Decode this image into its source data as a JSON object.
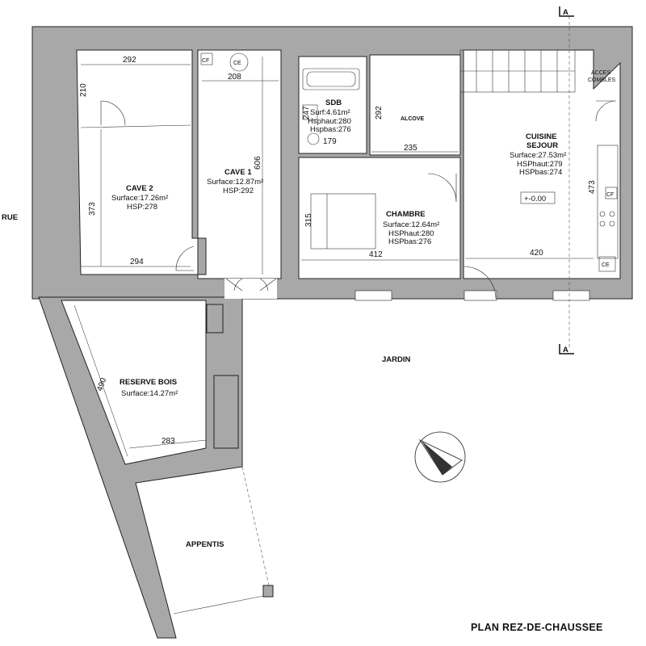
{
  "title": "PLAN REZ-DE-CHAUSSEE",
  "section_marker": "A",
  "labels": {
    "rue": "RUE",
    "jardin": "JARDIN",
    "alcove": "ALCOVE",
    "acces": "ACCES",
    "combles": "COMBLES",
    "ce": "CE",
    "cf": "CF",
    "level": "+-0.00"
  },
  "rooms": {
    "cave2": {
      "name": "CAVE 2",
      "info": [
        "Surface:17.26m²",
        "HSP:278"
      ]
    },
    "cave1": {
      "name": "CAVE 1",
      "info": [
        "Surface:12.87m²",
        "HSP:292"
      ]
    },
    "sdb": {
      "name": "SDB",
      "info": [
        "Surf:4.61m²",
        "Hsphaut:280",
        "Hspbas:276"
      ]
    },
    "chambre": {
      "name": "CHAMBRE",
      "info": [
        "Surface:12.64m²",
        "HSPhaut:280",
        "HSPbas:276"
      ]
    },
    "cuisine": {
      "name": [
        "CUISINE",
        "SEJOUR"
      ],
      "info": [
        "Surface:27.53m²",
        "HSPhaut:279",
        "HSPbas:274"
      ]
    },
    "reserve": {
      "name": "RESERVE BOIS",
      "info": [
        "Surface:14.27m²"
      ]
    },
    "appentis": {
      "name": "APPENTIS"
    }
  },
  "dimensions": {
    "cave2_top": "292",
    "cave2_left": "373",
    "cave2_topleft": "210",
    "cave2_bottom": "294",
    "cave1_top": "208",
    "cave1_height": "606",
    "sdb_w": "179",
    "sdb_h": "247",
    "alcove_h": "292",
    "alcove_w": "235",
    "chambre_h": "315",
    "chambre_w": "412",
    "cuisine_w": "420",
    "cuisine_h": "473",
    "reserve_len": "490",
    "reserve_w": "283"
  }
}
